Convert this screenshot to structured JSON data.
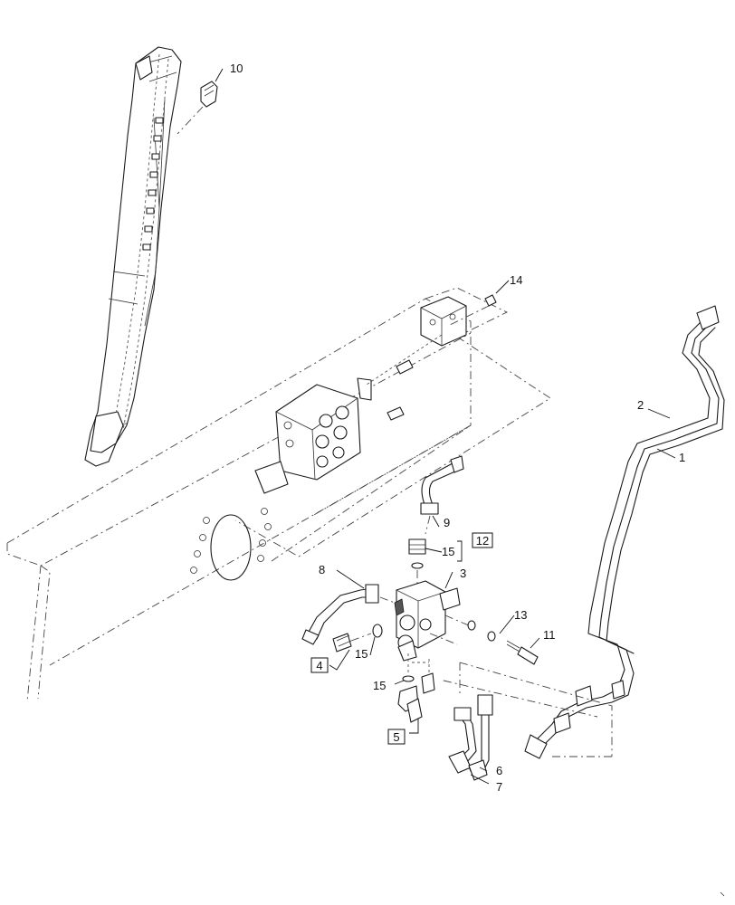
{
  "callouts": {
    "c1": "1",
    "c2": "2",
    "c3": "3",
    "c4": "4",
    "c5": "5",
    "c6": "6",
    "c7": "7",
    "c8": "8",
    "c9": "9",
    "c10": "10",
    "c11": "11",
    "c12": "12",
    "c13": "13",
    "c14": "14",
    "c15a": "15",
    "c15b": "15",
    "c15c": "15"
  },
  "boxed_callouts": [
    "4",
    "5",
    "12"
  ]
}
